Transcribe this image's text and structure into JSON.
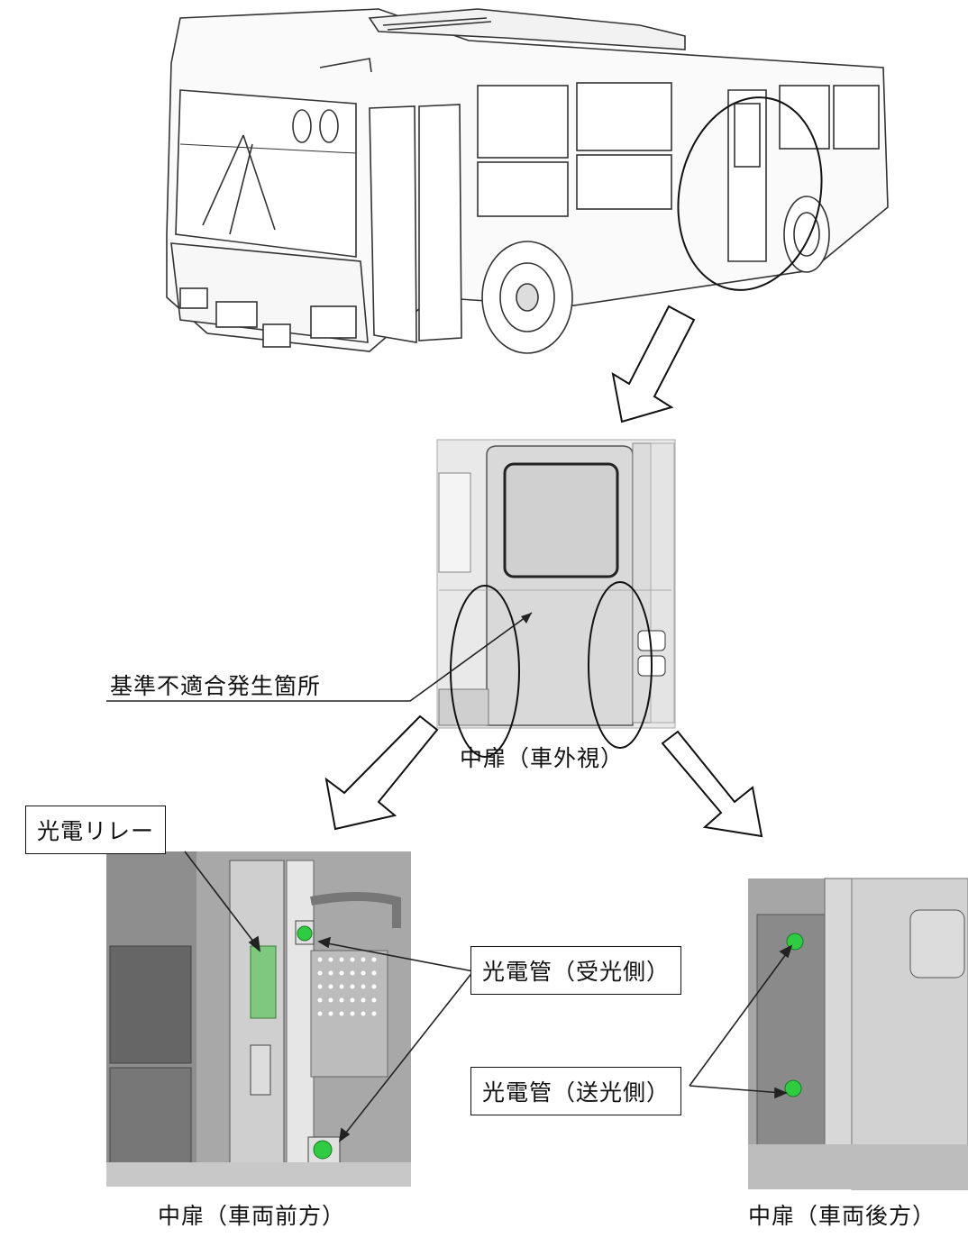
{
  "labels": {
    "nonconformity": "基準不適合発生箇所",
    "center_door_exterior": "中扉（車外視）",
    "center_door_front": "中扉（車両前方）",
    "center_door_rear": "中扉（車両後方）",
    "photo_relay": "光電リレー",
    "photo_tube_receiver": "光電管（受光側）",
    "photo_tube_emitter": "光電管（送光側）"
  },
  "colors": {
    "line": "#222222",
    "highlight_green": "#2ecc40",
    "relay_green": "#7fc97f",
    "panel_gray": "#bdbdbd",
    "panel_dark": "#8c8c8c"
  }
}
